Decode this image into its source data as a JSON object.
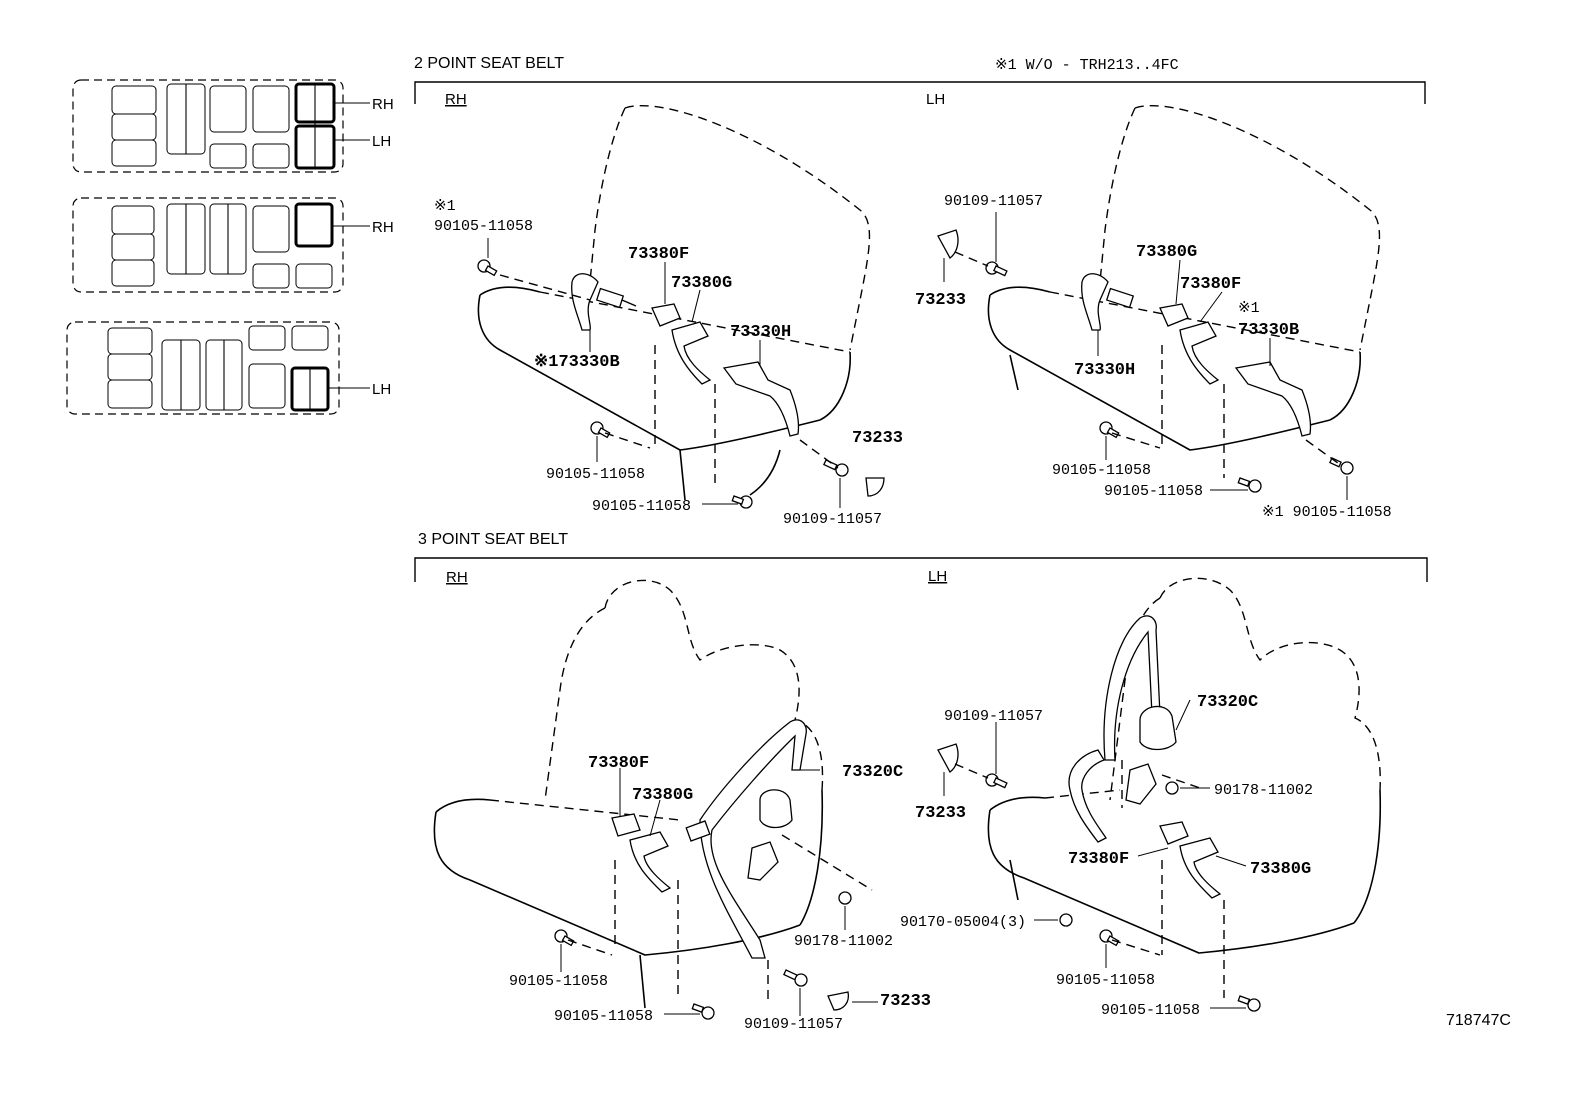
{
  "note": "※1  W/O - TRH213..4FC",
  "figure_id": "718747C",
  "index": {
    "box1": {
      "rh": "RH",
      "lh": "LH"
    },
    "box2": {
      "rh": "RH"
    },
    "box3": {
      "lh": "LH"
    }
  },
  "sections": {
    "two_point": {
      "title": "2 POINT SEAT BELT",
      "rh": {
        "side": "RH",
        "labels": {
          "note_mark": "※1",
          "bolt_top": "90105-11058",
          "p73380f": "73380F",
          "p73380g": "73380G",
          "p73330h": "73330H",
          "p73330b": "※173330B",
          "p73233": "73233",
          "bolt_a": "90105-11058",
          "bolt_b": "90105-11058",
          "bolt_c": "90109-11057"
        }
      },
      "lh": {
        "side": "LH",
        "labels": {
          "bolt_top": "90109-11057",
          "p73233": "73233",
          "p73380g": "73380G",
          "p73380f": "73380F",
          "note_mark": "※1",
          "p73330b": "73330B",
          "p73330h": "73330H",
          "bolt_a": "90105-11058",
          "bolt_b": "90105-11058",
          "bolt_c": "※1 90105-11058"
        }
      }
    },
    "three_point": {
      "title": "3 POINT SEAT BELT",
      "rh": {
        "side": "RH",
        "labels": {
          "p73380f": "73380F",
          "p73380g": "73380G",
          "p73320c": "73320C",
          "nut": "90178-11002",
          "bolt_a": "90105-11058",
          "bolt_b": "90105-11058",
          "bolt_c": "90109-11057",
          "p73233": "73233"
        }
      },
      "lh": {
        "side": "LH",
        "labels": {
          "bolt_top": "90109-11057",
          "p73233": "73233",
          "p73320c": "73320C",
          "nut": "90178-11002",
          "p73380f": "73380F",
          "p73380g": "73380G",
          "nut_b": "90170-05004(3)",
          "bolt_a": "90105-11058",
          "bolt_b": "90105-11058"
        }
      }
    }
  }
}
